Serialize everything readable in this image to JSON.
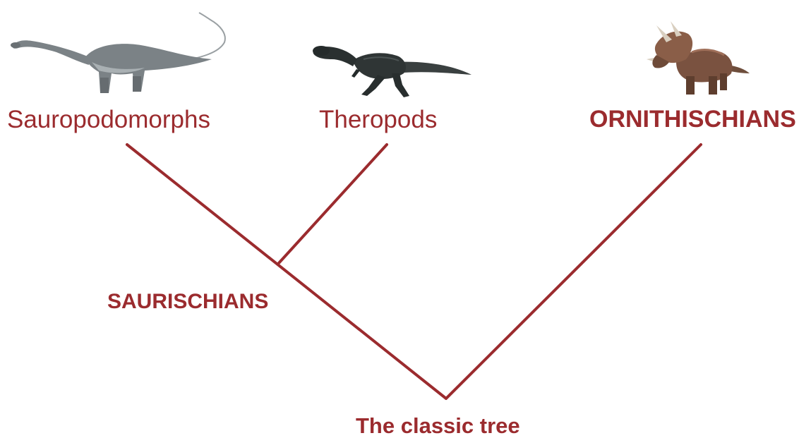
{
  "diagram": {
    "title": "The classic tree",
    "line_color": "#9b2b2e",
    "clades": {
      "saurischians": "SAURISCHIANS"
    },
    "taxa": [
      {
        "key": "sauropodomorphs",
        "label": "Sauropodomorphs",
        "icon": "sauropod-dinosaur-icon"
      },
      {
        "key": "theropods",
        "label": "Theropods",
        "icon": "theropod-dinosaur-icon"
      },
      {
        "key": "ornithischians",
        "label": "ORNITHISCHIANS",
        "icon": "triceratops-dinosaur-icon"
      }
    ]
  }
}
